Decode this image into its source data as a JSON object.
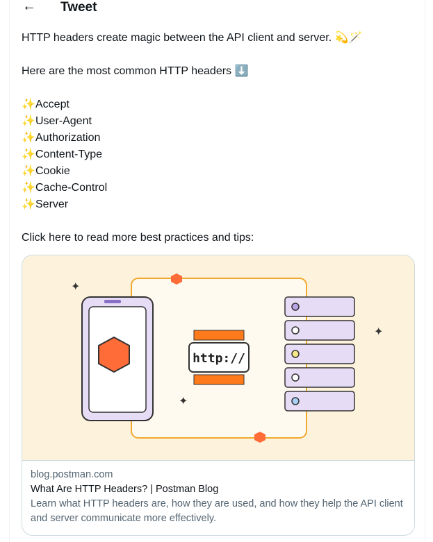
{
  "header": {
    "title": "Tweet",
    "back_icon": "arrow-left-icon"
  },
  "tweet": {
    "intro": "HTTP headers create magic between the API client and server.",
    "intro_emojis": "💫🪄",
    "list_intro": "Here are the most common HTTP headers",
    "list_intro_emoji": "⬇️",
    "items": [
      {
        "emoji": "✨",
        "label": "Accept"
      },
      {
        "emoji": "✨",
        "label": "User-Agent"
      },
      {
        "emoji": "✨",
        "label": "Authorization"
      },
      {
        "emoji": "✨",
        "label": "Content-Type"
      },
      {
        "emoji": "✨",
        "label": "Cookie"
      },
      {
        "emoji": "✨",
        "label": "Cache-Control"
      },
      {
        "emoji": "✨",
        "label": "Server"
      }
    ],
    "cta": "Click here to read more best practices and tips:"
  },
  "card": {
    "image_label": "http://",
    "domain": "blog.postman.com",
    "title": "What Are HTTP Headers? | Postman Blog",
    "description": "Learn what HTTP headers are, how they are used, and how they help the API client and server communicate more effectively."
  }
}
